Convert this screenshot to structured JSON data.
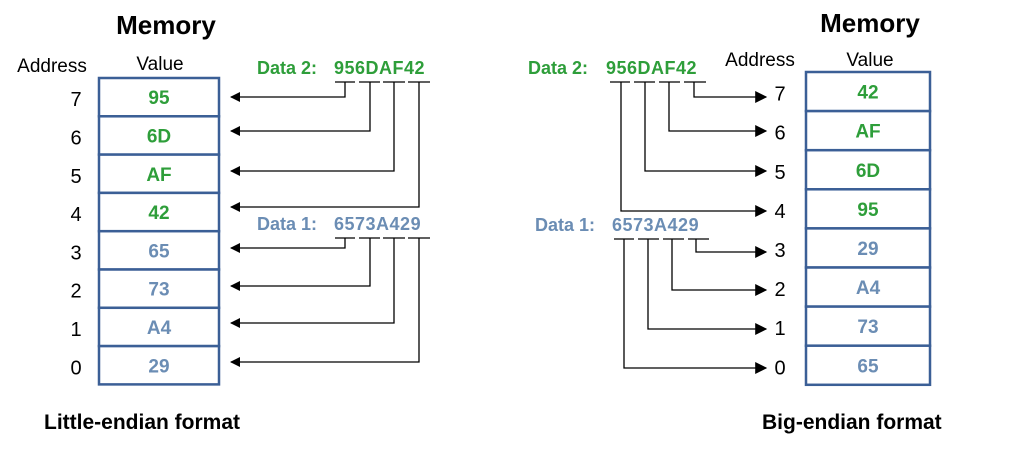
{
  "colors": {
    "green": "#2e9e3a",
    "blue": "#6b8db4",
    "box_border": "#3b5f96",
    "line": "#000000"
  },
  "left": {
    "heading": "Memory",
    "address_header": "Address",
    "value_header": "Value",
    "data2_label": "Data 2:",
    "data2_value": "956DAF42",
    "data1_label": "Data 1:",
    "data1_value": "6573A429",
    "caption": "Little-endian format",
    "rows": [
      {
        "address": "7",
        "value": "95",
        "tone": "green"
      },
      {
        "address": "6",
        "value": "6D",
        "tone": "green"
      },
      {
        "address": "5",
        "value": "AF",
        "tone": "green"
      },
      {
        "address": "4",
        "value": "42",
        "tone": "green"
      },
      {
        "address": "3",
        "value": "65",
        "tone": "blue"
      },
      {
        "address": "2",
        "value": "73",
        "tone": "blue"
      },
      {
        "address": "1",
        "value": "A4",
        "tone": "blue"
      },
      {
        "address": "0",
        "value": "29",
        "tone": "blue"
      }
    ]
  },
  "right": {
    "heading": "Memory",
    "address_header": "Address",
    "value_header": "Value",
    "data2_label": "Data 2:",
    "data2_value": "956DAF42",
    "data1_label": "Data 1:",
    "data1_value": "6573A429",
    "caption": "Big-endian format",
    "rows": [
      {
        "address": "7",
        "value": "42",
        "tone": "green"
      },
      {
        "address": "6",
        "value": "AF",
        "tone": "green"
      },
      {
        "address": "5",
        "value": "6D",
        "tone": "green"
      },
      {
        "address": "4",
        "value": "95",
        "tone": "green"
      },
      {
        "address": "3",
        "value": "29",
        "tone": "blue"
      },
      {
        "address": "2",
        "value": "A4",
        "tone": "blue"
      },
      {
        "address": "1",
        "value": "73",
        "tone": "blue"
      },
      {
        "address": "0",
        "value": "65",
        "tone": "blue"
      }
    ]
  }
}
